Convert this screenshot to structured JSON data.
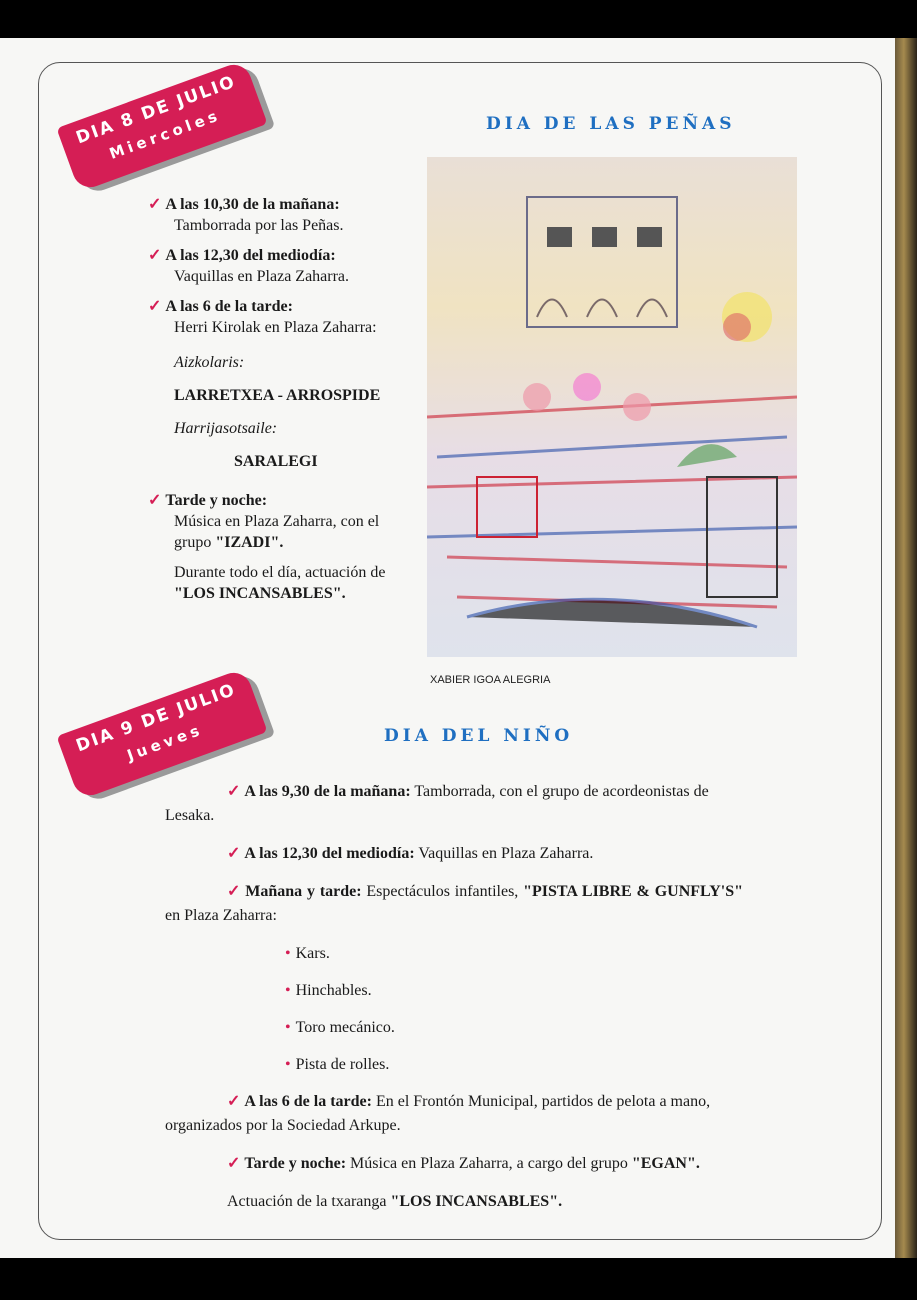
{
  "day1": {
    "ribbon_line1": "DIA 8 DE JULIO",
    "ribbon_line2": "Miercoles",
    "title": "DIA DE LAS PEÑAS",
    "items": [
      {
        "time": "A las 10,30 de la mañana:",
        "text": "Tamborrada por las Peñas."
      },
      {
        "time": "A las 12,30 del mediodía:",
        "text": "Vaquillas en Plaza Zaharra."
      },
      {
        "time": "A las 6 de la tarde:",
        "text": "Herri Kirolak en Plaza Zaharra:"
      }
    ],
    "aizkolaris_label": "Aizkolaris:",
    "aizkolaris": "LARRETXEA - ARROSPIDE",
    "harri_label": "Harrijasotsaile:",
    "harri": "SARALEGI",
    "night_time": "Tarde y noche:",
    "night_text_1": "Música en Plaza Zaharra, con el grupo ",
    "night_group": "\"IZADI\".",
    "allday_text": "Durante todo el día, actuación de ",
    "allday_group": "\"LOS INCANSABLES\".",
    "caption": "XABIER IGOA ALEGRIA"
  },
  "day2": {
    "ribbon_line1": "DIA 9 DE JULIO",
    "ribbon_line2": "Jueves",
    "title": "DIA DEL NIÑO",
    "i1_time": "A las 9,30 de la mañana:",
    "i1_text": " Tamborrada, con el grupo de acordeonistas de Lesaka.",
    "i2_time": "A las 12,30 del mediodía:",
    "i2_text": " Vaquillas en Plaza Zaharra.",
    "i3_time": "Mañana y tarde:",
    "i3_text": " Espectáculos infantiles, ",
    "i3_group": "\"PISTA LIBRE & GUNFLY'S\"",
    "i3_text2": " en Plaza Zaharra:",
    "bullets": [
      "Kars.",
      "Hinchables.",
      "Toro mecánico.",
      "Pista de rolles."
    ],
    "i4_time": "A las 6 de la tarde:",
    "i4_text": " En el Frontón Municipal, partidos de pelota a mano, organizados por la Sociedad Arkupe.",
    "i5_time": "Tarde y noche:",
    "i5_text": " Música en Plaza Zaharra, a cargo del grupo ",
    "i5_group": "\"EGAN\".",
    "final_text": "Actuación de la txaranga ",
    "final_group": "\"LOS INCANSABLES\"."
  }
}
